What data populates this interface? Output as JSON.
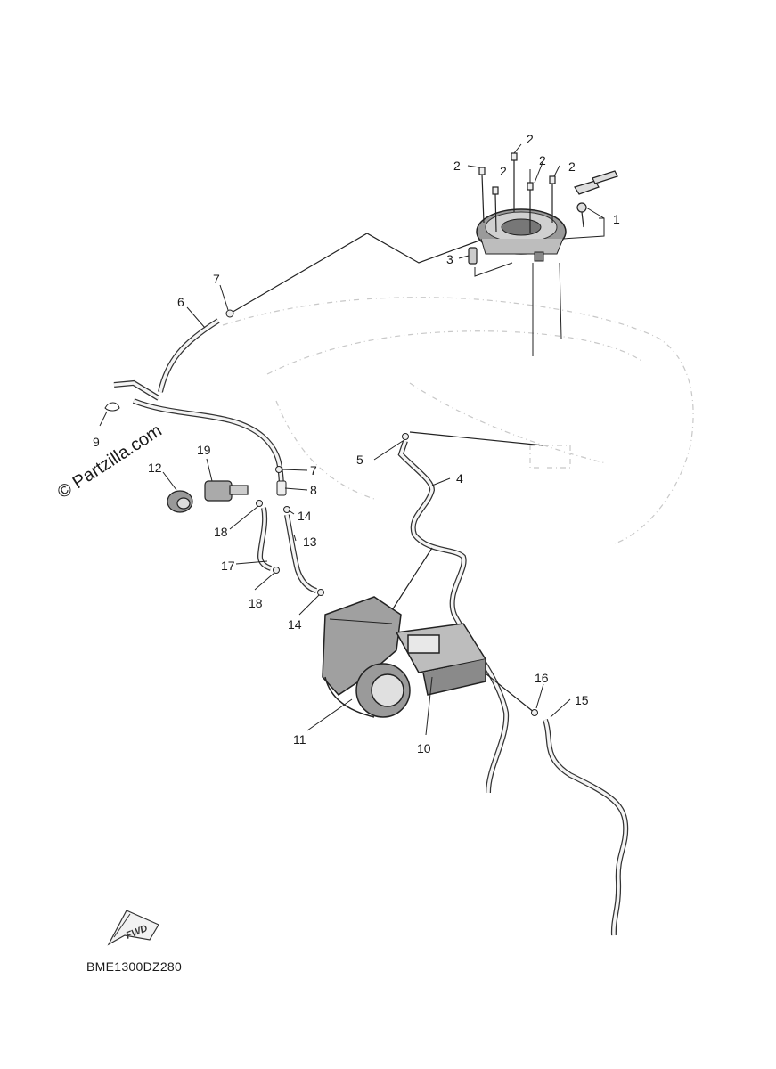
{
  "watermark": "© Partzilla.com",
  "diagram_code": "BME1300DZ280",
  "fwd_label": "FWD",
  "callouts": {
    "c1": "1",
    "c2a": "2",
    "c2b": "2",
    "c2c": "2",
    "c2d": "2",
    "c2e": "2",
    "c3": "3",
    "c4": "4",
    "c5": "5",
    "c6": "6",
    "c7a": "7",
    "c7b": "7",
    "c8": "8",
    "c9": "9",
    "c10": "10",
    "c11": "11",
    "c12": "12",
    "c13": "13",
    "c14a": "14",
    "c14b": "14",
    "c15": "15",
    "c16": "16",
    "c17": "17",
    "c18a": "18",
    "c18b": "18",
    "c19": "19"
  }
}
